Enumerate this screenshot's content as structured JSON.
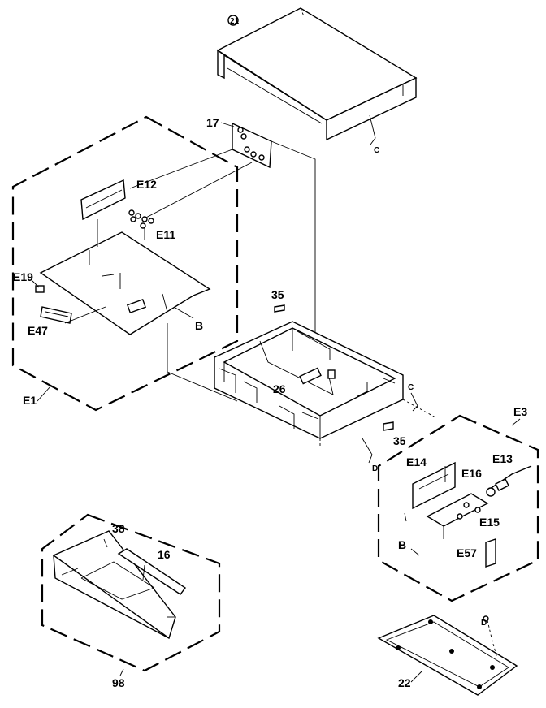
{
  "labels": {
    "top_cover": "21",
    "front_panel_board": "17",
    "e12": "E12",
    "e11": "E11",
    "e19": "E19",
    "e47": "E47",
    "b_left": "B",
    "e1": "E1",
    "l35_top": "35",
    "l26": "26",
    "l35_right": "35",
    "c_right": "C",
    "c_top": "C",
    "d_left": "D",
    "d_bottom": "D",
    "e3": "E3",
    "e14": "E14",
    "e13": "E13",
    "e16": "E16",
    "e15": "E15",
    "b_right": "B",
    "e57": "E57",
    "l38": "38",
    "l16": "16",
    "l98": "98",
    "l22": "22"
  }
}
